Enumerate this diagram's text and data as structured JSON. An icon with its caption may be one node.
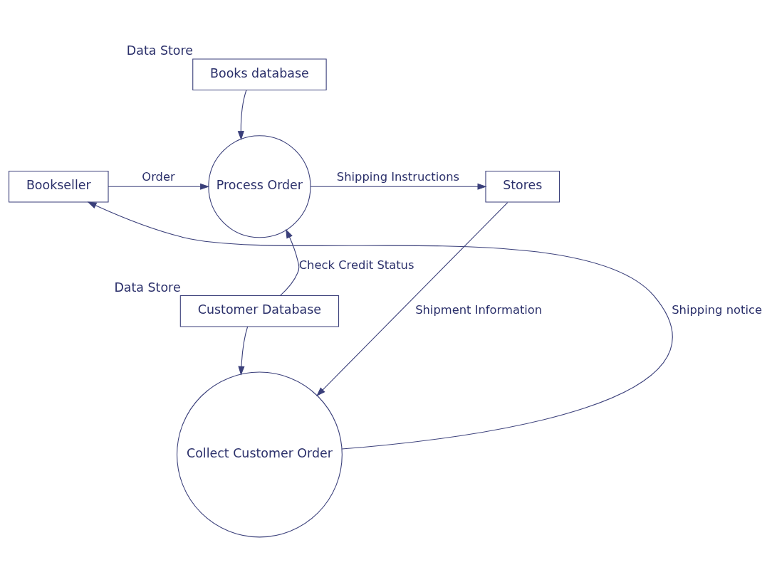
{
  "diagram": {
    "nodes": [
      {
        "text": [
          "Books database"
        ],
        "beside": [
          "Data Store"
        ]
      },
      {
        "text": [
          "Bookseller"
        ]
      },
      {
        "text": [
          "Process Order"
        ]
      },
      {
        "text": [
          "Stores"
        ]
      },
      {
        "text": [
          "Customer Database"
        ],
        "beside": [
          "Data Store"
        ]
      },
      {
        "text": [
          "Collect Customer Order"
        ]
      }
    ],
    "edges": [
      {
        "from": 0,
        "to": 2,
        "arrow": "to"
      },
      {
        "from": 1,
        "to": 2,
        "arrow": "to",
        "label": "Order"
      },
      {
        "from": 2,
        "to": 3,
        "arrow": "to",
        "label": "Shipping Instructions"
      },
      {
        "from": 4,
        "to": 2,
        "arrow": "to",
        "label": "Check Credit Status"
      },
      {
        "from": 4,
        "to": 5,
        "arrow": "to"
      },
      {
        "from": 3,
        "to": 5,
        "arrow": "to",
        "label": "Shipment Information"
      },
      {
        "from": 5,
        "to": 1,
        "arrow": "to",
        "label": "Shipping notice"
      }
    ]
  }
}
